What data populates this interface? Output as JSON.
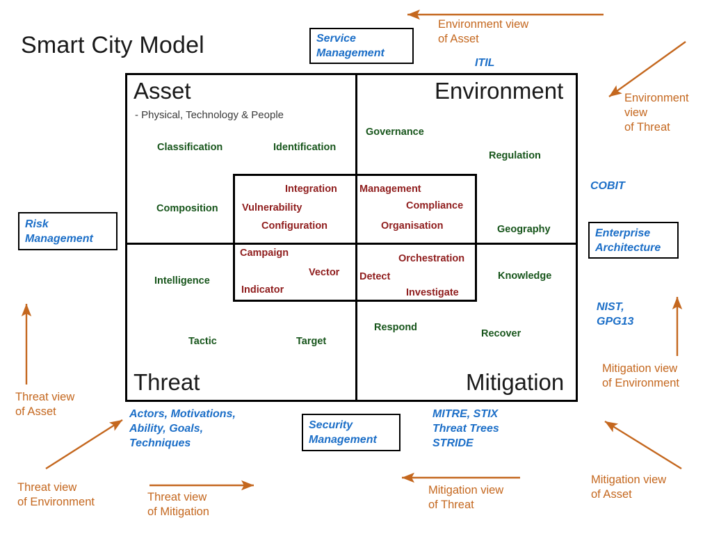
{
  "page": {
    "title": "Smart City Model",
    "accent_green": "#17551b",
    "accent_red": "#8f1d1d",
    "accent_blue": "#1b6ec7",
    "accent_orange": "#c4671e"
  },
  "quadrants": {
    "asset": {
      "heading": "Asset",
      "subtitle": "- Physical, Technology & People",
      "terms": [
        "Classification",
        "Identification",
        "Composition"
      ]
    },
    "environment": {
      "heading": "Environment",
      "terms": [
        "Governance",
        "Regulation",
        "Geography"
      ]
    },
    "threat": {
      "heading": "Threat",
      "terms": [
        "Intelligence",
        "Tactic",
        "Target"
      ]
    },
    "mitigation": {
      "heading": "Mitigation",
      "terms": [
        "Knowledge",
        "Respond",
        "Recover"
      ]
    }
  },
  "inner_cells": {
    "asset": [
      "Integration",
      "Vulnerability",
      "Configuration"
    ],
    "environment": [
      "Management",
      "Compliance",
      "Organisation"
    ],
    "threat": [
      "Campaign",
      "Vector",
      "Indicator"
    ],
    "mitigation": [
      "Orchestration",
      "Detect",
      "Investigate"
    ]
  },
  "framework_boxes": {
    "service_management": "Service\nManagement",
    "risk_management": "Risk\nManagement",
    "enterprise_architecture": "Enterprise\nArchitecture",
    "security_management": "Security\nManagement"
  },
  "framework_labels": {
    "itil": "ITIL",
    "cobit": "COBIT",
    "nist_gpg13": "NIST,\nGPG13",
    "threat_actors": "Actors, Motivations,\nAbility, Goals,\nTechniques",
    "mitre_stix": "MITRE, STIX\nThreat Trees\nSTRIDE"
  },
  "view_annotations": {
    "environment_view_of_asset": "Environment view\nof Asset",
    "environment_view_of_threat": "Environment\nview\n of Threat",
    "threat_view_of_asset": "Threat view\nof Asset",
    "threat_view_of_environment": "Threat view\n of Environment",
    "threat_view_of_mitigation": "Threat view\nof Mitigation",
    "mitigation_view_of_threat": "Mitigation view\nof Threat",
    "mitigation_view_of_environment": "Mitigation view\nof Environment",
    "mitigation_view_of_asset": "Mitigation view\nof Asset"
  }
}
